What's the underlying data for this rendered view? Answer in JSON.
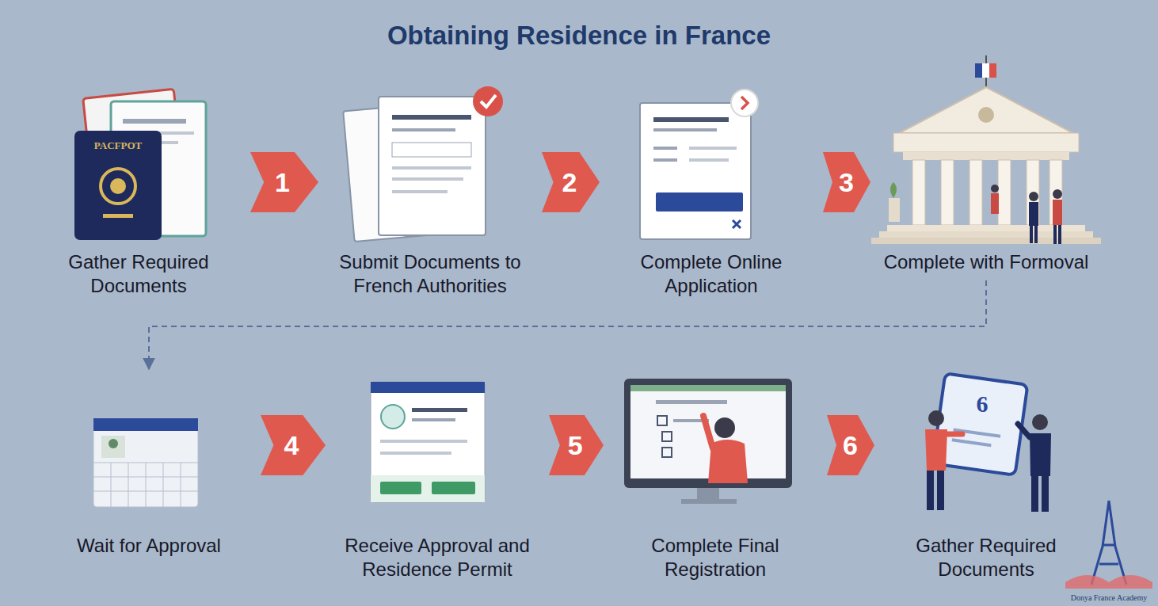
{
  "diagram": {
    "title": "Obtaining Residence in France",
    "nodes": [
      {
        "text": [
          "Gather Required Documents"
        ]
      },
      {
        "text": [
          "Submit Documents to French Authorities"
        ]
      },
      {
        "text": [
          "Complete Online Application"
        ]
      },
      {
        "text": [
          "Complete with Formoval"
        ]
      },
      {
        "text": [
          "Wait for Approval"
        ]
      },
      {
        "text": [
          "Receive Approval and Residence Permit"
        ]
      },
      {
        "text": [
          "Complete Final Registration"
        ]
      },
      {
        "text": [
          "Gather Required Documents"
        ]
      }
    ],
    "edges": [
      {
        "from": 0,
        "to": 1,
        "label": "1",
        "arrow": "to"
      },
      {
        "from": 1,
        "to": 2,
        "label": "2",
        "arrow": "to"
      },
      {
        "from": 2,
        "to": 3,
        "label": "3",
        "arrow": "to"
      },
      {
        "from": 3,
        "to": 4,
        "arrow": "to"
      },
      {
        "from": 4,
        "to": 5,
        "label": "4",
        "arrow": "to"
      },
      {
        "from": 5,
        "to": 6,
        "label": "5",
        "arrow": "to"
      },
      {
        "from": 6,
        "to": 7,
        "label": "6",
        "arrow": "to"
      }
    ],
    "labels": [
      "PACFPOT",
      "6",
      "Donya France Academy"
    ]
  }
}
